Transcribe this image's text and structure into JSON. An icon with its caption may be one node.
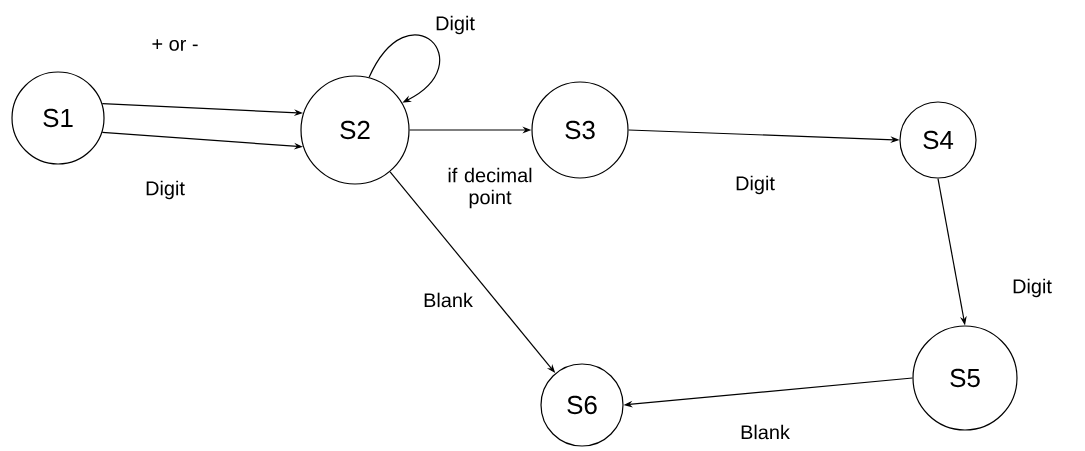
{
  "diagram": {
    "nodes": [
      {
        "text": [
          "S1"
        ]
      },
      {
        "text": [
          "S2"
        ]
      },
      {
        "text": [
          "S3"
        ]
      },
      {
        "text": [
          "S4"
        ]
      },
      {
        "text": [
          "S5"
        ]
      },
      {
        "text": [
          "S6"
        ]
      }
    ],
    "edges": [
      {
        "from": 0,
        "to": 1,
        "arrow": "to",
        "label": "+ or -"
      },
      {
        "from": 0,
        "to": 1,
        "arrow": "to",
        "label": "Digit"
      },
      {
        "from": 1,
        "to": 1,
        "arrow": "to",
        "label": "Digit"
      },
      {
        "from": 1,
        "to": 2,
        "arrow": "to",
        "label": "if decimal point"
      },
      {
        "from": 2,
        "to": 3,
        "arrow": "to",
        "label": "Digit"
      },
      {
        "from": 3,
        "to": 4,
        "arrow": "to",
        "label": "Digit"
      },
      {
        "from": 1,
        "to": 5,
        "arrow": "to",
        "label": "Blank"
      },
      {
        "from": 4,
        "to": 5,
        "arrow": "to",
        "label": "Blank"
      }
    ]
  }
}
